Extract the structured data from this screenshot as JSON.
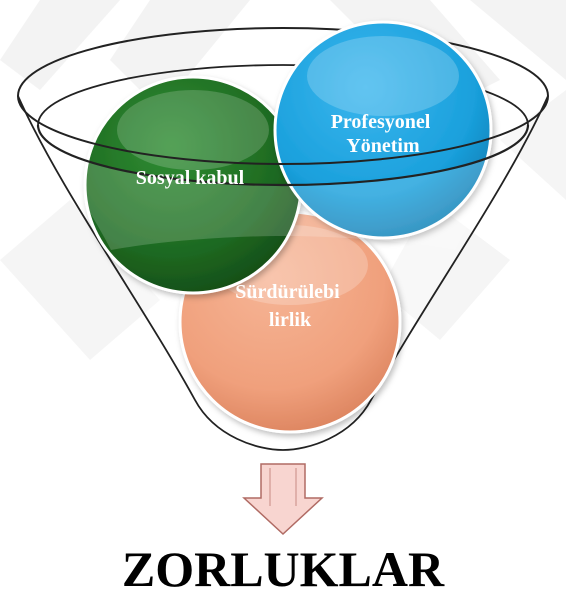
{
  "diagram": {
    "circles": [
      {
        "id": "sosyal",
        "lines": [
          "Sosyal kabul"
        ],
        "color": "#1f6b22"
      },
      {
        "id": "profesyonel",
        "lines": [
          "Profesyonel",
          "Yönetim"
        ],
        "color": "#1aa0dc"
      },
      {
        "id": "surdurulebilirlik",
        "lines": [
          "Sürdürülebi",
          "lirlik"
        ],
        "color": "#f2a27f"
      }
    ],
    "result_label": "ZORLUKLAR",
    "colors": {
      "funnel_stroke": "#222222",
      "arrow_fill": "#f7d3cf",
      "arrow_stroke": "#b46d66",
      "watermark": "#f1f1f1"
    }
  }
}
